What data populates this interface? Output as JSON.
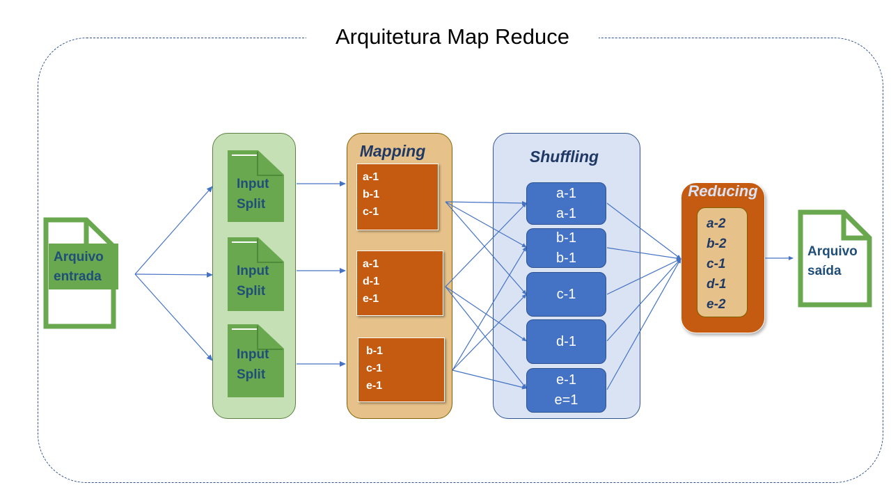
{
  "title": "Arquitetura  Map Reduce",
  "input_file": {
    "line1": "Arquivo",
    "line2": "entrada"
  },
  "output_file": {
    "line1": "Arquivo",
    "line2": "saída"
  },
  "splits": [
    {
      "line1": "Input",
      "line2": "Split"
    },
    {
      "line1": "Input",
      "line2": "Split"
    },
    {
      "line1": "Input",
      "line2": "Split"
    }
  ],
  "mapping": {
    "label": "Mapping",
    "boxes": [
      [
        "a-1",
        "b-1",
        "c-1"
      ],
      [
        "a-1",
        "d-1",
        "e-1"
      ],
      [
        "b-1",
        "c-1",
        "e-1"
      ]
    ]
  },
  "shuffling": {
    "label": "Shuffling",
    "boxes": [
      [
        "a-1",
        "a-1"
      ],
      [
        "b-1",
        "b-1"
      ],
      [
        "c-1"
      ],
      [
        "d-1"
      ],
      [
        "e-1",
        "e=1"
      ]
    ]
  },
  "reducing": {
    "label": "Reducing",
    "items": [
      "a-2",
      "b-2",
      "c-1",
      "d-1",
      "e-2"
    ]
  },
  "colors": {
    "frame": "#2F4F8F",
    "split_stage": "#C5E0B4",
    "mapping_stage": "#E6C28A",
    "shuffling_stage": "#DAE3F3",
    "map_box": "#C55A11",
    "shuffle_box": "#4472C4",
    "doc_green": "#6AA84F",
    "arrow": "#4472C4"
  }
}
